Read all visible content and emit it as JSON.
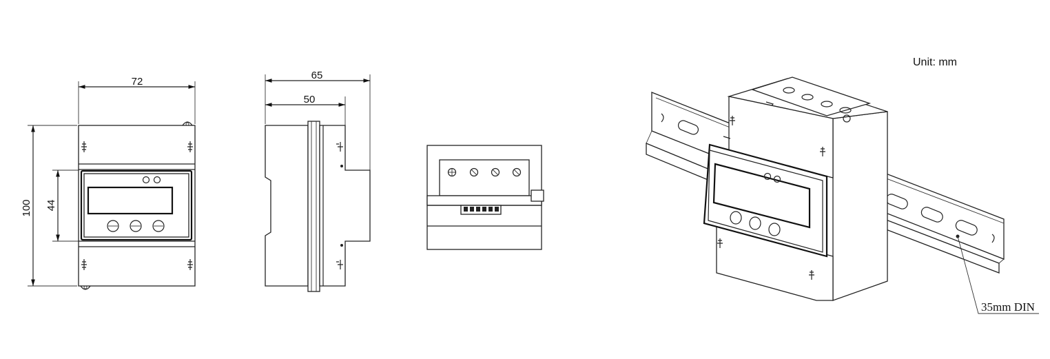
{
  "unit_label": "Unit: mm",
  "dimensions": {
    "front_width": "72",
    "front_height": "100",
    "window_height": "44",
    "side_depth_total": "65",
    "side_depth_body": "50"
  },
  "callout": {
    "rail_label": "35mm DIN"
  }
}
